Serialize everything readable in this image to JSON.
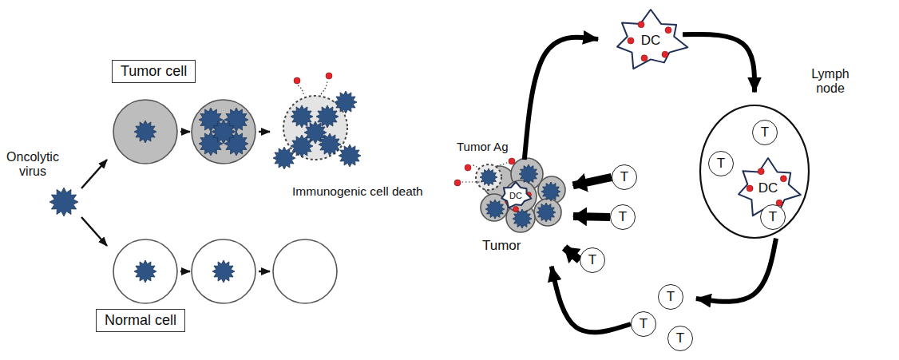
{
  "diagram": {
    "nodes": [
      {
        "text": [
          "Tumor cell"
        ]
      },
      {
        "text": [
          "Normal cell"
        ]
      },
      {
        "text": [
          "Tumor"
        ]
      },
      {
        "text": [
          "DC"
        ],
        "in": 2
      },
      {
        "text": [
          "DC"
        ]
      },
      {
        "text": [
          "Lymph node"
        ]
      },
      {
        "text": [
          "DC"
        ],
        "in": 5
      },
      {
        "text": [
          "T"
        ],
        "in": 5
      },
      {
        "text": [
          "T"
        ],
        "in": 5
      },
      {
        "text": [
          "T"
        ],
        "in": 5
      },
      {
        "text": [
          "T"
        ]
      },
      {
        "text": [
          "T"
        ]
      },
      {
        "text": [
          "T"
        ]
      },
      {
        "text": [
          "T"
        ]
      },
      {
        "text": [
          "T"
        ]
      },
      {
        "text": [
          "T"
        ]
      }
    ],
    "edges": [
      {
        "from": 2,
        "to": 4,
        "arrow": "to"
      },
      {
        "from": 4,
        "to": 5,
        "arrow": "to"
      },
      {
        "from": 5,
        "to": 10,
        "arrow": "to"
      },
      {
        "from": 11,
        "to": 2,
        "arrow": "to"
      },
      {
        "from": 13,
        "to": 2,
        "arrow": "to"
      },
      {
        "from": 14,
        "to": 2,
        "arrow": "to"
      },
      {
        "from": 15,
        "to": 2,
        "arrow": "to"
      }
    ],
    "labels": [
      "Oncolytic virus",
      "Immunogenic cell death",
      "Tumor Ag"
    ]
  }
}
